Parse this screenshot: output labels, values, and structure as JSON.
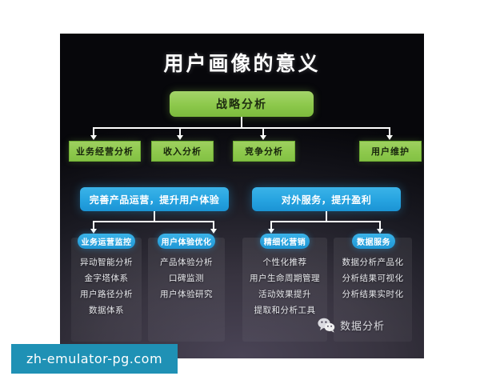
{
  "slide": {
    "title": "用户画像的意义",
    "root": {
      "label": "战略分析",
      "color": "#8cc84b"
    },
    "level2": [
      {
        "label": "业务经营分析"
      },
      {
        "label": "收入分析"
      },
      {
        "label": "竞争分析"
      },
      {
        "label": "用户维护"
      }
    ],
    "level3": [
      {
        "label": "完善产品运营，提升用户体验"
      },
      {
        "label": "对外服务，提升盈利"
      }
    ],
    "columns": [
      {
        "header": "业务运营监控",
        "items": [
          "异动智能分析",
          "金字塔体系",
          "用户路径分析",
          "数据体系"
        ]
      },
      {
        "header": "用户体验优化",
        "items": [
          "产品体验分析",
          "口碑监测",
          "用户体验研究"
        ]
      },
      {
        "header": "精细化营销",
        "items": [
          "个性化推荐",
          "用户生命周期管理",
          "活动效果提升",
          "提取和分析工具"
        ]
      },
      {
        "header": "数据服务",
        "items": [
          "数据分析产品化",
          "分析结果可视化",
          "分析结果实时化"
        ]
      }
    ],
    "watermark": {
      "label": "数据分析",
      "icon": "wechat-icon"
    },
    "colors": {
      "green": "#8cc84b",
      "blue": "#26a3e0",
      "banner": "#1f91b5",
      "background": "#000000"
    }
  },
  "banner": {
    "text": "zh-emulator-pg.com"
  }
}
